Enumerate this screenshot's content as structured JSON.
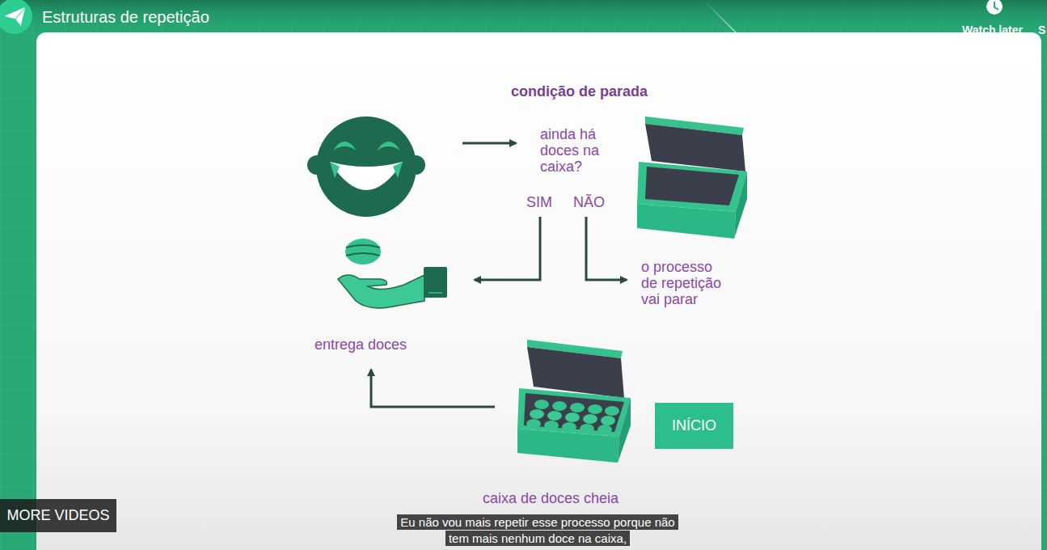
{
  "diagram": {
    "title": "Estruturas de repetição",
    "caption": "Eu não vou mais repetir esse processo porque não tem mais nenhum doce na caixa,",
    "nodes": [
      {
        "text": [
          "INÍCIO"
        ]
      },
      {
        "text": [
          "MORE VIDEOS"
        ]
      }
    ],
    "labels": [
      "Watch later",
      "S",
      "condição de parada",
      "ainda há doces na caixa?",
      "SIM",
      "NÃO",
      "o processo de repetição vai parar",
      "entrega doces",
      "caixa de doces cheia"
    ]
  }
}
